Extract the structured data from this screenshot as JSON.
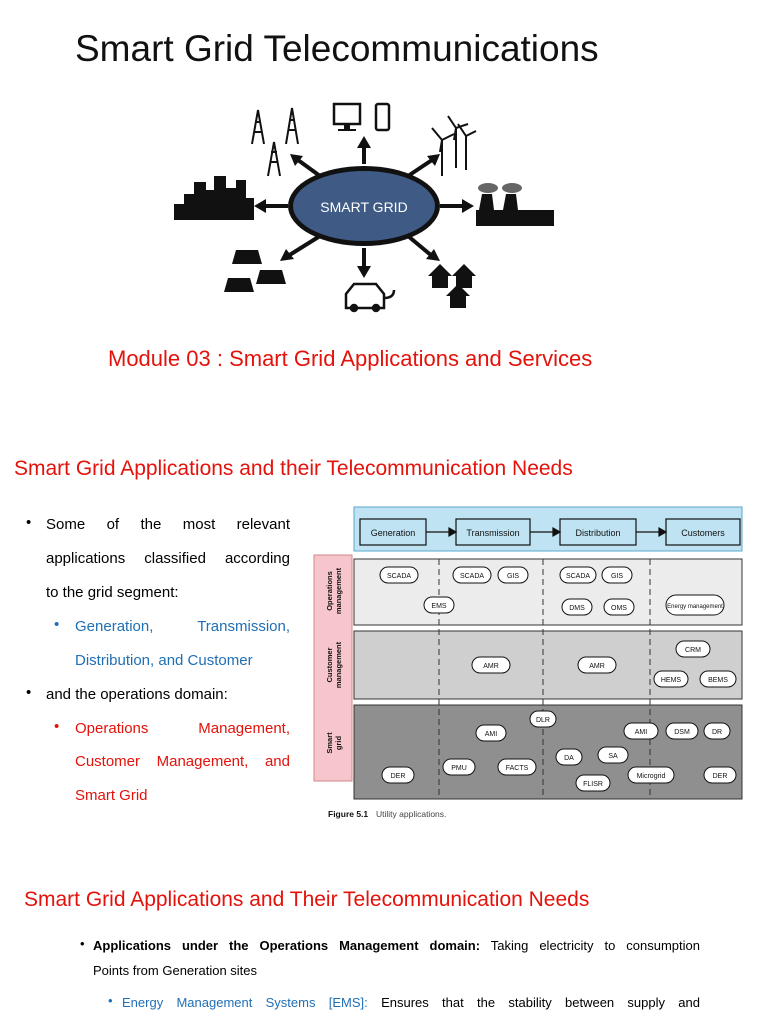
{
  "slide1": {
    "title": "Smart Grid Telecommunications",
    "hero_label": "SMART GRID",
    "module_title": "Module 03 : Smart Grid Applications and Services"
  },
  "slide2": {
    "title": "Smart Grid Applications and their Telecommunication Needs",
    "bullets": {
      "b1": [
        "Some of the most relevant",
        "applications classified according",
        "to the grid segment:"
      ],
      "b1_sub": [
        "Generation, Transmission,",
        "Distribution, and Customer"
      ],
      "b2": "and the operations domain:",
      "b2_sub": [
        "Operations Management,",
        "Customer Management, and",
        "Smart Grid"
      ]
    },
    "figure": {
      "segments": [
        "Generation",
        "Transmission",
        "Distribution",
        "Customers"
      ],
      "rows": [
        {
          "label": [
            "Operations",
            "management"
          ],
          "items": [
            "SCADA",
            "SCADA",
            "GIS",
            "SCADA",
            "GIS",
            "EMS",
            "DMS",
            "OMS",
            "Energy management"
          ]
        },
        {
          "label": [
            "Customer",
            "management"
          ],
          "items": [
            "AMR",
            "AMR",
            "CRM",
            "HEMS",
            "BEMS"
          ]
        },
        {
          "label": [
            "Smart",
            "grid"
          ],
          "items": [
            "DLR",
            "AMI",
            "AMI",
            "DSM",
            "DR",
            "DA",
            "SA",
            "DER",
            "PMU",
            "FACTS",
            "Microgrid",
            "DER",
            "FLISR"
          ]
        }
      ],
      "caption_bold": "Figure 5.1",
      "caption_text": "Utility applications."
    }
  },
  "slide3": {
    "title": "Smart Grid Applications and Their Telecommunication Needs",
    "p1_bold": "Applications under the Operations Management domain:",
    "p1_text": " Taking electricity to consumption",
    "p1_line2": "Points from Generation sites",
    "p2_label": "Energy Management Systems [EMS]:",
    "p2_text": " Ensures that the stability between supply and"
  },
  "colors": {
    "accent_red": "#e3120b",
    "link_blue": "#1f6fb5",
    "header_bar": "#bfe3f3",
    "side_pink": "#f6c6cc",
    "hero_ellipse": "#3e5a85"
  }
}
